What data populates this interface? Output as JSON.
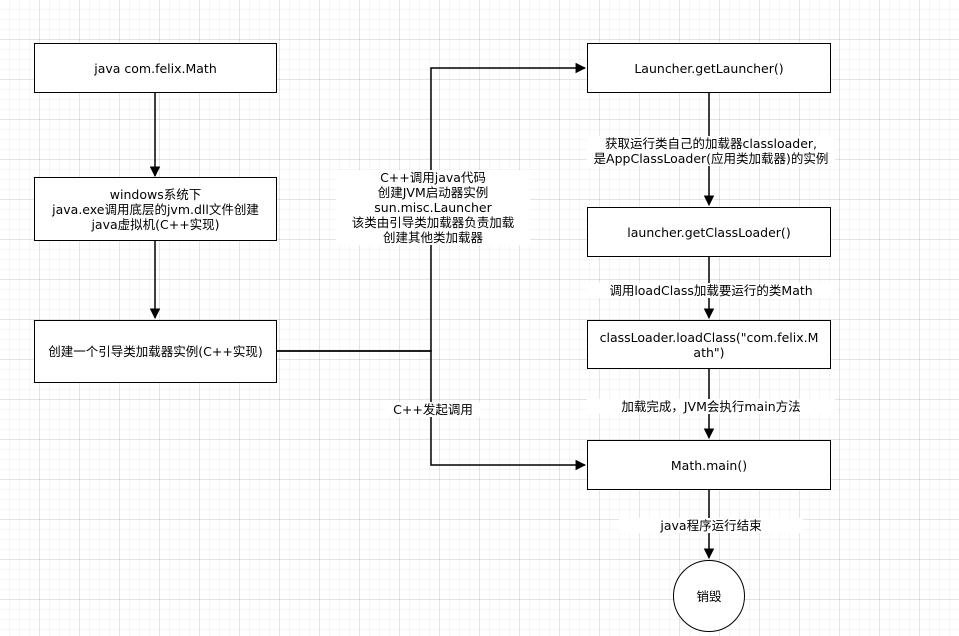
{
  "nodes": {
    "java_cmd": "java com.felix.Math",
    "windows_create": "windows系统下\njava.exe调用底层的jvm.dll文件创建\njava虚拟机(C++实现)",
    "bootstrap": "创建一个引导类加载器实例(C++实现)",
    "get_launcher": "Launcher.getLauncher()",
    "get_classloader": "launcher.getClassLoader()",
    "load_class": "classLoader.loadClass(\"com.felix.M\nath\")",
    "math_main": "Math.main()",
    "destroy": "销毁"
  },
  "labels": {
    "cpp_call_java": "C++调用java代码\n创建JVM启动器实例\nsun.misc.Launcher\n该类由引导类加载器负责加载\n创建其他类加载器",
    "get_own_loader": "获取运行类自己的加载器classloader,\n是AppClassLoader(应用类加载器)的实例",
    "call_loadclass": "调用loadClass加载要运行的类Math",
    "load_done": "加载完成，JVM会执行main方法",
    "cpp_invoke": "C++发起调用",
    "program_end": "java程序运行结束"
  }
}
